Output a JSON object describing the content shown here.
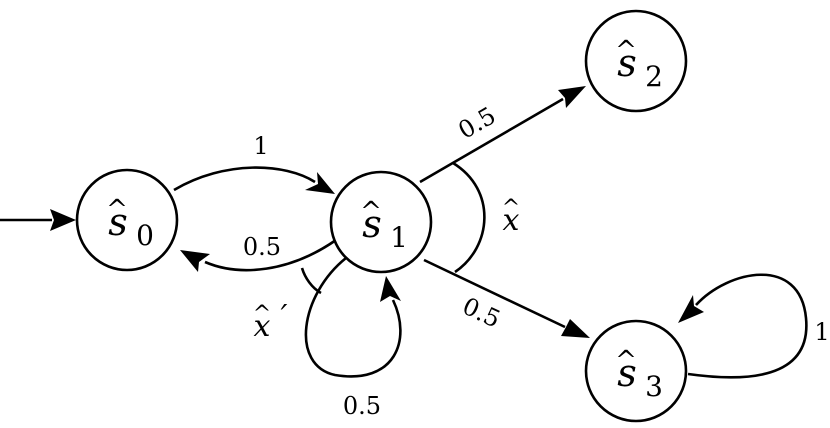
{
  "states": {
    "s0": {
      "symbol": "s",
      "hat": "^",
      "subscript": "0"
    },
    "s1": {
      "symbol": "s",
      "hat": "^",
      "subscript": "1"
    },
    "s2": {
      "symbol": "s",
      "hat": "^",
      "subscript": "2"
    },
    "s3": {
      "symbol": "s",
      "hat": "^",
      "subscript": "3"
    }
  },
  "transitions": {
    "s0_to_s1": {
      "from": "s0",
      "to": "s1",
      "probability": "1"
    },
    "s1_to_s0": {
      "from": "s1",
      "to": "s0",
      "probability": "0.5"
    },
    "s1_to_s1": {
      "from": "s1",
      "to": "s1",
      "probability": "0.5"
    },
    "s1_to_s2": {
      "from": "s1",
      "to": "s2",
      "probability": "0.5"
    },
    "s1_to_s3": {
      "from": "s1",
      "to": "s3",
      "probability": "0.5"
    },
    "s3_to_s3": {
      "from": "s3",
      "to": "s3",
      "probability": "1"
    }
  },
  "actions": {
    "x_hat": {
      "symbol": "x",
      "hat": "^",
      "prime": ""
    },
    "x_hat_prime": {
      "symbol": "x",
      "hat": "^",
      "prime": "′"
    }
  },
  "initial_state": "s0"
}
